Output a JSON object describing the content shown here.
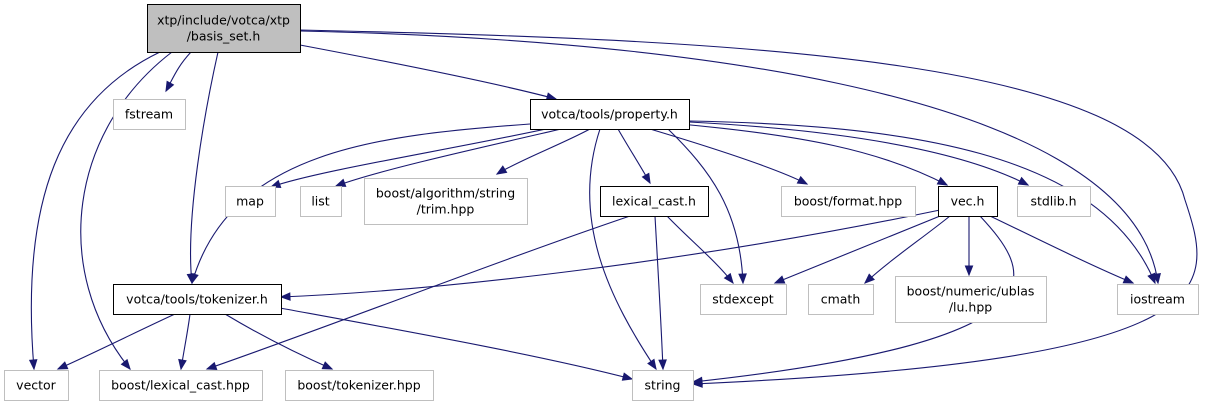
{
  "diagram": {
    "type": "include-dependency-graph",
    "colors": {
      "edge": "#191970",
      "root_fill": "#bfbfbf",
      "root_stroke": "#000000",
      "documented_stroke": "#000000",
      "external_stroke": "#bfbfbf",
      "text": "#000000"
    },
    "nodes": [
      {
        "id": "basis_set",
        "lines": [
          "xtp/include/votca/xtp",
          "/basis_set.h"
        ],
        "kind": "root"
      },
      {
        "id": "fstream",
        "lines": [
          "fstream"
        ],
        "kind": "external"
      },
      {
        "id": "property",
        "lines": [
          "votca/tools/property.h"
        ],
        "kind": "documented"
      },
      {
        "id": "map",
        "lines": [
          "map"
        ],
        "kind": "external"
      },
      {
        "id": "list",
        "lines": [
          "list"
        ],
        "kind": "external"
      },
      {
        "id": "trim",
        "lines": [
          "boost/algorithm/string",
          "/trim.hpp"
        ],
        "kind": "external"
      },
      {
        "id": "lexical_cast_h",
        "lines": [
          "lexical_cast.h"
        ],
        "kind": "documented"
      },
      {
        "id": "format",
        "lines": [
          "boost/format.hpp"
        ],
        "kind": "external"
      },
      {
        "id": "vec",
        "lines": [
          "vec.h"
        ],
        "kind": "documented"
      },
      {
        "id": "stdlib",
        "lines": [
          "stdlib.h"
        ],
        "kind": "external"
      },
      {
        "id": "tokenizer_h",
        "lines": [
          "votca/tools/tokenizer.h"
        ],
        "kind": "documented"
      },
      {
        "id": "stdexcept",
        "lines": [
          "stdexcept"
        ],
        "kind": "external"
      },
      {
        "id": "cmath",
        "lines": [
          "cmath"
        ],
        "kind": "external"
      },
      {
        "id": "lu",
        "lines": [
          "boost/numeric/ublas",
          "/lu.hpp"
        ],
        "kind": "external"
      },
      {
        "id": "iostream",
        "lines": [
          "iostream"
        ],
        "kind": "external"
      },
      {
        "id": "vector",
        "lines": [
          "vector"
        ],
        "kind": "external"
      },
      {
        "id": "boost_lexical_cast",
        "lines": [
          "boost/lexical_cast.hpp"
        ],
        "kind": "external"
      },
      {
        "id": "boost_tokenizer",
        "lines": [
          "boost/tokenizer.hpp"
        ],
        "kind": "external"
      },
      {
        "id": "string",
        "lines": [
          "string"
        ],
        "kind": "external"
      }
    ],
    "edges": [
      [
        "basis_set",
        "fstream"
      ],
      [
        "basis_set",
        "property"
      ],
      [
        "basis_set",
        "tokenizer_h"
      ],
      [
        "basis_set",
        "vector"
      ],
      [
        "basis_set",
        "boost_lexical_cast"
      ],
      [
        "basis_set",
        "iostream"
      ],
      [
        "basis_set",
        "string"
      ],
      [
        "property",
        "map"
      ],
      [
        "property",
        "list"
      ],
      [
        "property",
        "trim"
      ],
      [
        "property",
        "lexical_cast_h"
      ],
      [
        "property",
        "format"
      ],
      [
        "property",
        "vec"
      ],
      [
        "property",
        "stdlib"
      ],
      [
        "property",
        "tokenizer_h"
      ],
      [
        "property",
        "stdexcept"
      ],
      [
        "property",
        "iostream"
      ],
      [
        "property",
        "string"
      ],
      [
        "lexical_cast_h",
        "boost_lexical_cast"
      ],
      [
        "lexical_cast_h",
        "stdexcept"
      ],
      [
        "lexical_cast_h",
        "string"
      ],
      [
        "vec",
        "tokenizer_h"
      ],
      [
        "vec",
        "stdexcept"
      ],
      [
        "vec",
        "cmath"
      ],
      [
        "vec",
        "lu"
      ],
      [
        "vec",
        "iostream"
      ],
      [
        "vec",
        "string"
      ],
      [
        "tokenizer_h",
        "vector"
      ],
      [
        "tokenizer_h",
        "boost_lexical_cast"
      ],
      [
        "tokenizer_h",
        "boost_tokenizer"
      ],
      [
        "tokenizer_h",
        "string"
      ]
    ]
  }
}
